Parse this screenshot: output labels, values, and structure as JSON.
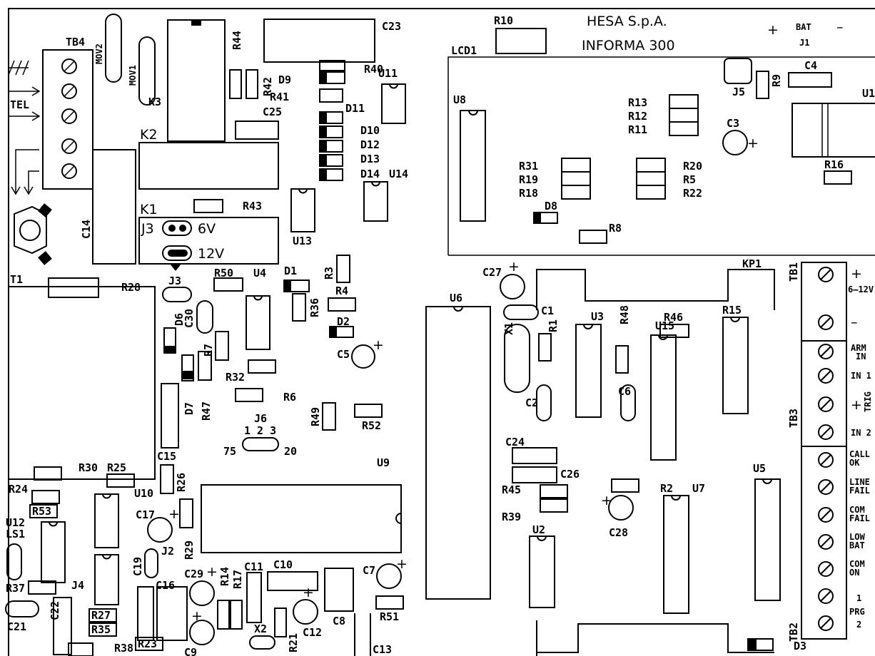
{
  "header": {
    "company": "HESA S.p.A.",
    "product": "INFORMA 300",
    "bat_label": "BAT",
    "bat_plus": "+",
    "bat_minus": "–",
    "bat_jumper": "J1"
  },
  "terminals": {
    "tb4": "TB4",
    "tel": "TEL",
    "tb1": "TB1",
    "tb1_plus": "+",
    "tb1_volt": "6–12V",
    "tb1_minus": "–",
    "tb3": "TB3",
    "arm_in_1": "ARM",
    "arm_in_2": "IN",
    "in1": "IN 1",
    "trig_plus": "+",
    "trig": "TRIG",
    "in2": "IN 2",
    "tb2": "TB2",
    "call_ok_1": "CALL",
    "call_ok_2": "OK",
    "line_fail_1": "LINE",
    "line_fail_2": "FAIL",
    "com_fail_1": "COM",
    "com_fail_2": "FAIL",
    "low_bat_1": "LOW",
    "low_bat_2": "BAT",
    "com_on_1": "COM",
    "com_on_2": "ON",
    "prg_1": "1",
    "prg_2": "PRG",
    "prg_3": "2"
  },
  "jumpers": {
    "j3": "J3",
    "j3_6v": "6V",
    "j3_12v": "12V",
    "j3_bottom": "J3",
    "j6": "J6",
    "j6_pins": "1 2 3",
    "j6_left": "75",
    "j6_right": "20"
  },
  "labels": {
    "R10": "R10",
    "C23": "C23",
    "LCD1": "LCD1",
    "MOV2": "MOV2",
    "MOV1": "MOV1",
    "R44": "R44",
    "R40": "R40",
    "U11": "U11",
    "D9": "D9",
    "R42": "R42",
    "R41": "R41",
    "K3": "K3",
    "C25": "C25",
    "D11": "D11",
    "K2": "K2",
    "D10": "D10",
    "D12": "D12",
    "D13": "D13",
    "D14": "D14",
    "U14": "U14",
    "K1": "K1",
    "R43": "R43",
    "U13": "U13",
    "C14": "C14",
    "T1": "T1",
    "R28": "R28",
    "R50": "R50",
    "U4": "U4",
    "D1": "D1",
    "R3": "R3",
    "R36": "R36",
    "C30": "C30",
    "D6": "D6",
    "R7": "R7",
    "R4": "R4",
    "D2": "D2",
    "C5": "C5",
    "R32": "R32",
    "R6": "R6",
    "D7": "D7",
    "C15": "C15",
    "R47": "R47",
    "R49": "R49",
    "R52": "R52",
    "R26": "R26",
    "R30": "R30",
    "R25": "R25",
    "U10": "U10",
    "R24": "R24",
    "R53": "R53",
    "U12": "U12",
    "LS1": "LS1",
    "C17": "C17",
    "R29": "R29",
    "J2": "J2",
    "C19": "C19",
    "C16": "C16",
    "C29": "C29",
    "R14": "R14",
    "R17": "R17",
    "C11": "C11",
    "C10": "C10",
    "C7": "C7",
    "R37": "R37",
    "J4": "J4",
    "C22": "C22",
    "C21": "C21",
    "R27": "R27",
    "R35": "R35",
    "R38": "R38",
    "R23": "R23",
    "C9": "C9",
    "X2": "X2",
    "R21": "R21",
    "C12": "C12",
    "C8": "C8",
    "R51": "R51",
    "C13": "C13",
    "U9": "U9",
    "U8": "U8",
    "R13": "R13",
    "R12": "R12",
    "R11": "R11",
    "C3": "C3",
    "R20": "R20",
    "R5": "R5",
    "R22": "R22",
    "R31": "R31",
    "R19": "R19",
    "R18": "R18",
    "D8": "D8",
    "R8": "R8",
    "J5": "J5",
    "R9": "R9",
    "C4": "C4",
    "U1": "U1",
    "R16": "R16",
    "C27": "C27",
    "KP1": "KP1",
    "U6": "U6",
    "X1": "X1",
    "C1": "C1",
    "R1": "R1",
    "U3": "U3",
    "R48": "R48",
    "R46": "R46",
    "R15": "R15",
    "U15": "U15",
    "C2": "C2",
    "C6": "C6",
    "C24": "C24",
    "C26": "C26",
    "R45": "R45",
    "R39": "R39",
    "R2": "R2",
    "U7": "U7",
    "U5": "U5",
    "C28": "C28",
    "U2": "U2",
    "D3": "D3"
  }
}
